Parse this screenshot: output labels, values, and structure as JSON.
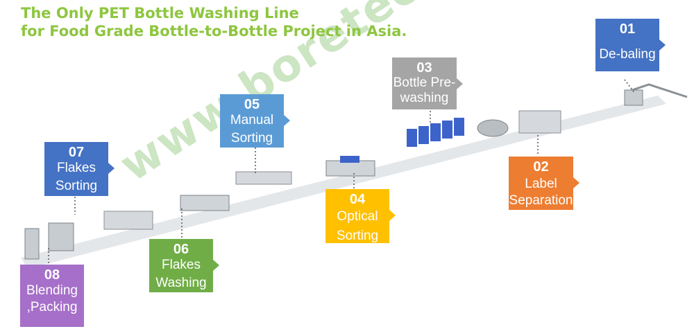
{
  "title": {
    "line1": "The Only PET Bottle Washing Line",
    "line2": "for Food Grade Bottle-to-Bottle Project in Asia."
  },
  "watermark": "www.boretech.com",
  "colors": {
    "title_green": "#8dc63f",
    "step01": "#4472c4",
    "step02": "#ed7d31",
    "step03": "#a5a5a5",
    "step04": "#ffc000",
    "step05": "#5b9bd5",
    "step06": "#70ad47",
    "step07": "#4472c4",
    "step08": "#a66fc9"
  },
  "steps": [
    {
      "number": "01",
      "label1": "De-baling",
      "label2": ""
    },
    {
      "number": "02",
      "label1": "Label",
      "label2": "Separation"
    },
    {
      "number": "03",
      "label1": "Bottle Pre-",
      "label2": "washing"
    },
    {
      "number": "04",
      "label1": "Optical",
      "label2": "Sorting"
    },
    {
      "number": "05",
      "label1": "Manual",
      "label2": "Sorting"
    },
    {
      "number": "06",
      "label1": "Flakes",
      "label2": "Washing"
    },
    {
      "number": "07",
      "label1": "Flakes",
      "label2": "Sorting"
    },
    {
      "number": "08",
      "label1": "Blending",
      "label2": ",Packing"
    }
  ]
}
